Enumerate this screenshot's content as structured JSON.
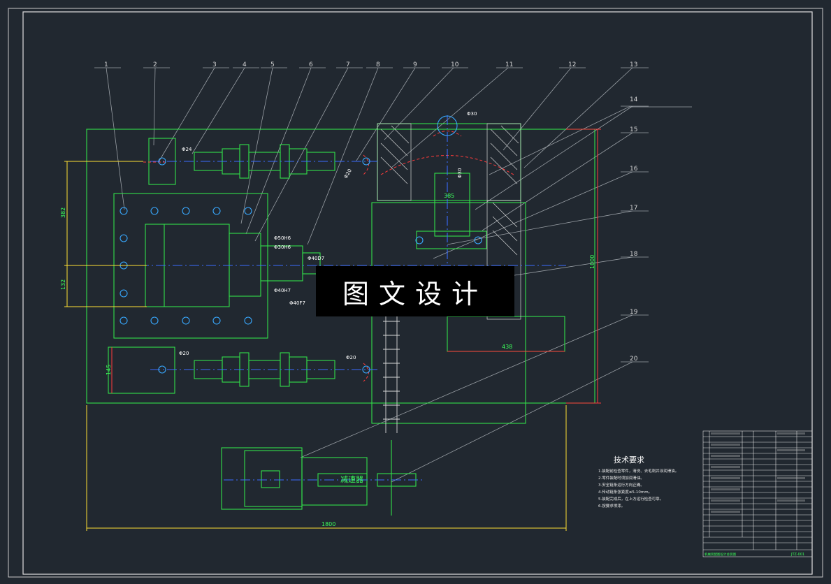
{
  "drawing": {
    "part_numbers": [
      "1",
      "2",
      "3",
      "4",
      "5",
      "6",
      "7",
      "8",
      "9",
      "10",
      "11",
      "12",
      "13",
      "14",
      "15",
      "16",
      "17",
      "18",
      "19",
      "20"
    ],
    "dimensions": {
      "total_width": "1800",
      "total_height": "1000",
      "left_upper": "382",
      "left_lower": "132",
      "lower_left_block": "145",
      "right_bottom": "438",
      "center_label": "385"
    },
    "fits": [
      "Φ50H6",
      "Φ30H6",
      "Φ40H7",
      "Φ40F7",
      "Φ40D7"
    ],
    "diameters": [
      "Φ24",
      "Φ20",
      "Φ20",
      "Φ20",
      "Φ30",
      "Φ30"
    ],
    "reducer_label": "减速器",
    "tech_title": "技术要求",
    "tech_notes": [
      "1.装配前检查零件，清洗、去毛刺并涂润滑油。",
      "2.零件装配时须加润滑油。",
      "3.安全链条运行方向正确。",
      "4.传动链条张紧度≤5-10mm。",
      "5.装配完成后，在上方运行检查可靠。",
      "6.按要求喷漆。"
    ],
    "title_block_name": "机械装配图设计总装图",
    "title_block_code": "JTZ-001"
  },
  "watermark": "图文设计"
}
